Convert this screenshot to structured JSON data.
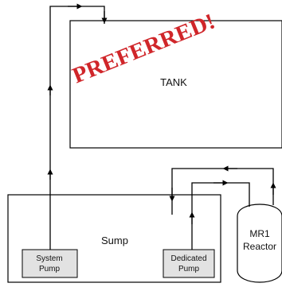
{
  "diagram": {
    "tank_label": "TANK",
    "stamp_label": "PREFERRED!",
    "sump_label": "Sump",
    "system_pump_label": [
      "System",
      "Pump"
    ],
    "dedicated_pump_label": [
      "Dedicated",
      "Pump"
    ],
    "reactor_label": [
      "MR1",
      "Reactor"
    ]
  },
  "colors": {
    "line": "#000000",
    "pump_fill": "#e2e2e2",
    "stamp": "#d0262a",
    "background": "#ffffff"
  }
}
